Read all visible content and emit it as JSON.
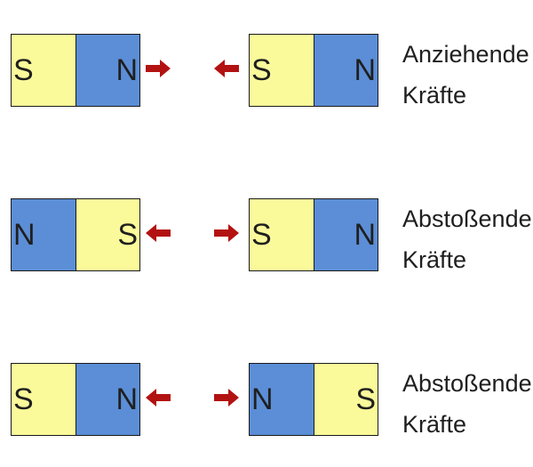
{
  "colors": {
    "south_pole": "#fafa9b",
    "north_pole": "#5b8ed6",
    "arrow": "#b31212",
    "border": "#1a1a1a"
  },
  "rows": [
    {
      "left_magnet": [
        "S",
        "N"
      ],
      "right_magnet": [
        "S",
        "N"
      ],
      "arrows": [
        "right",
        "left"
      ],
      "caption": [
        "Anziehende",
        "Kräfte"
      ]
    },
    {
      "left_magnet": [
        "N",
        "S"
      ],
      "right_magnet": [
        "S",
        "N"
      ],
      "arrows": [
        "left",
        "right"
      ],
      "caption": [
        "Abstoßende",
        "Kräfte"
      ]
    },
    {
      "left_magnet": [
        "S",
        "N"
      ],
      "right_magnet": [
        "N",
        "S"
      ],
      "arrows": [
        "left",
        "right"
      ],
      "caption": [
        "Abstoßende",
        "Kräfte"
      ]
    }
  ]
}
